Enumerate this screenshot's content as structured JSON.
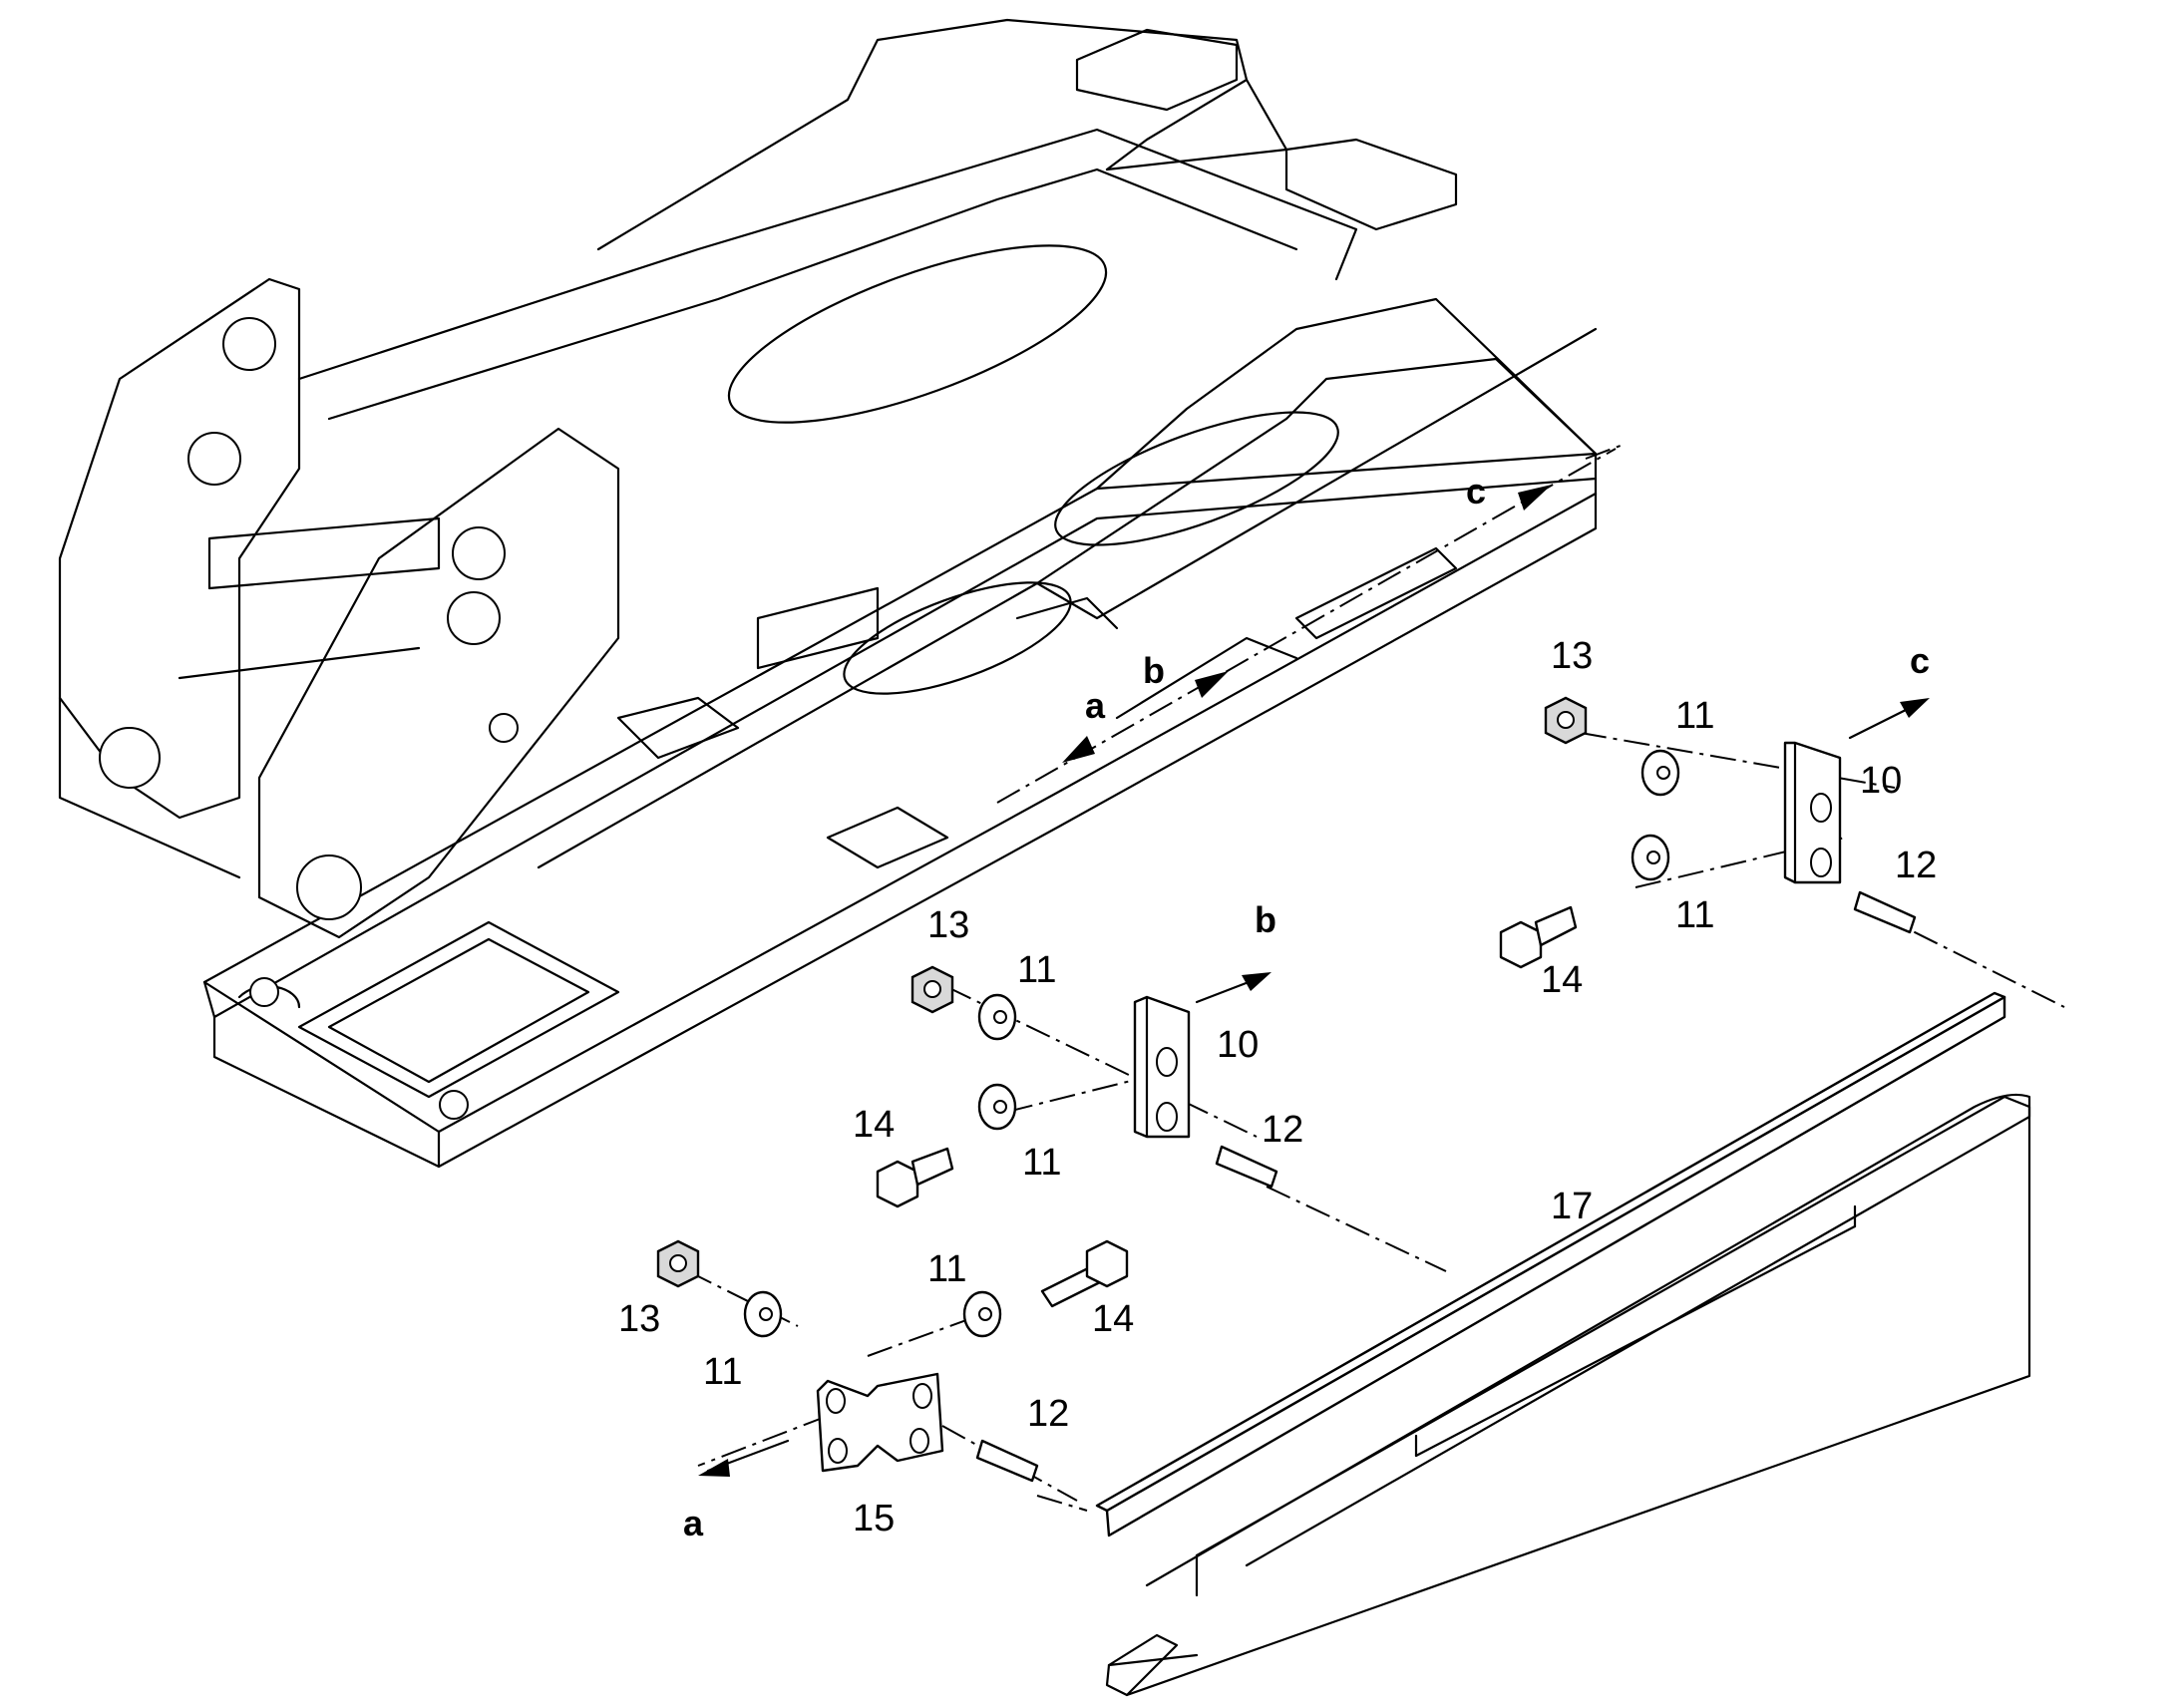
{
  "callouts": {
    "upper_right": {
      "nut": "13",
      "washer_top": "11",
      "bracket": "10",
      "washer_bottom": "11",
      "stud": "12",
      "bolt": "14"
    },
    "middle": {
      "nut": "13",
      "washer_top": "11",
      "bracket": "10",
      "washer_bottom": "11",
      "stud": "12",
      "bolt": "14"
    },
    "lower_left": {
      "nut": "13",
      "washer_left": "11",
      "washer_mid": "11",
      "bolt": "14",
      "stud": "12",
      "bracket": "15"
    },
    "step_bar": "17"
  },
  "refs": {
    "frame_a": "a",
    "frame_b": "b",
    "frame_c": "c",
    "part_a": "a",
    "part_b": "b",
    "part_c": "c"
  }
}
